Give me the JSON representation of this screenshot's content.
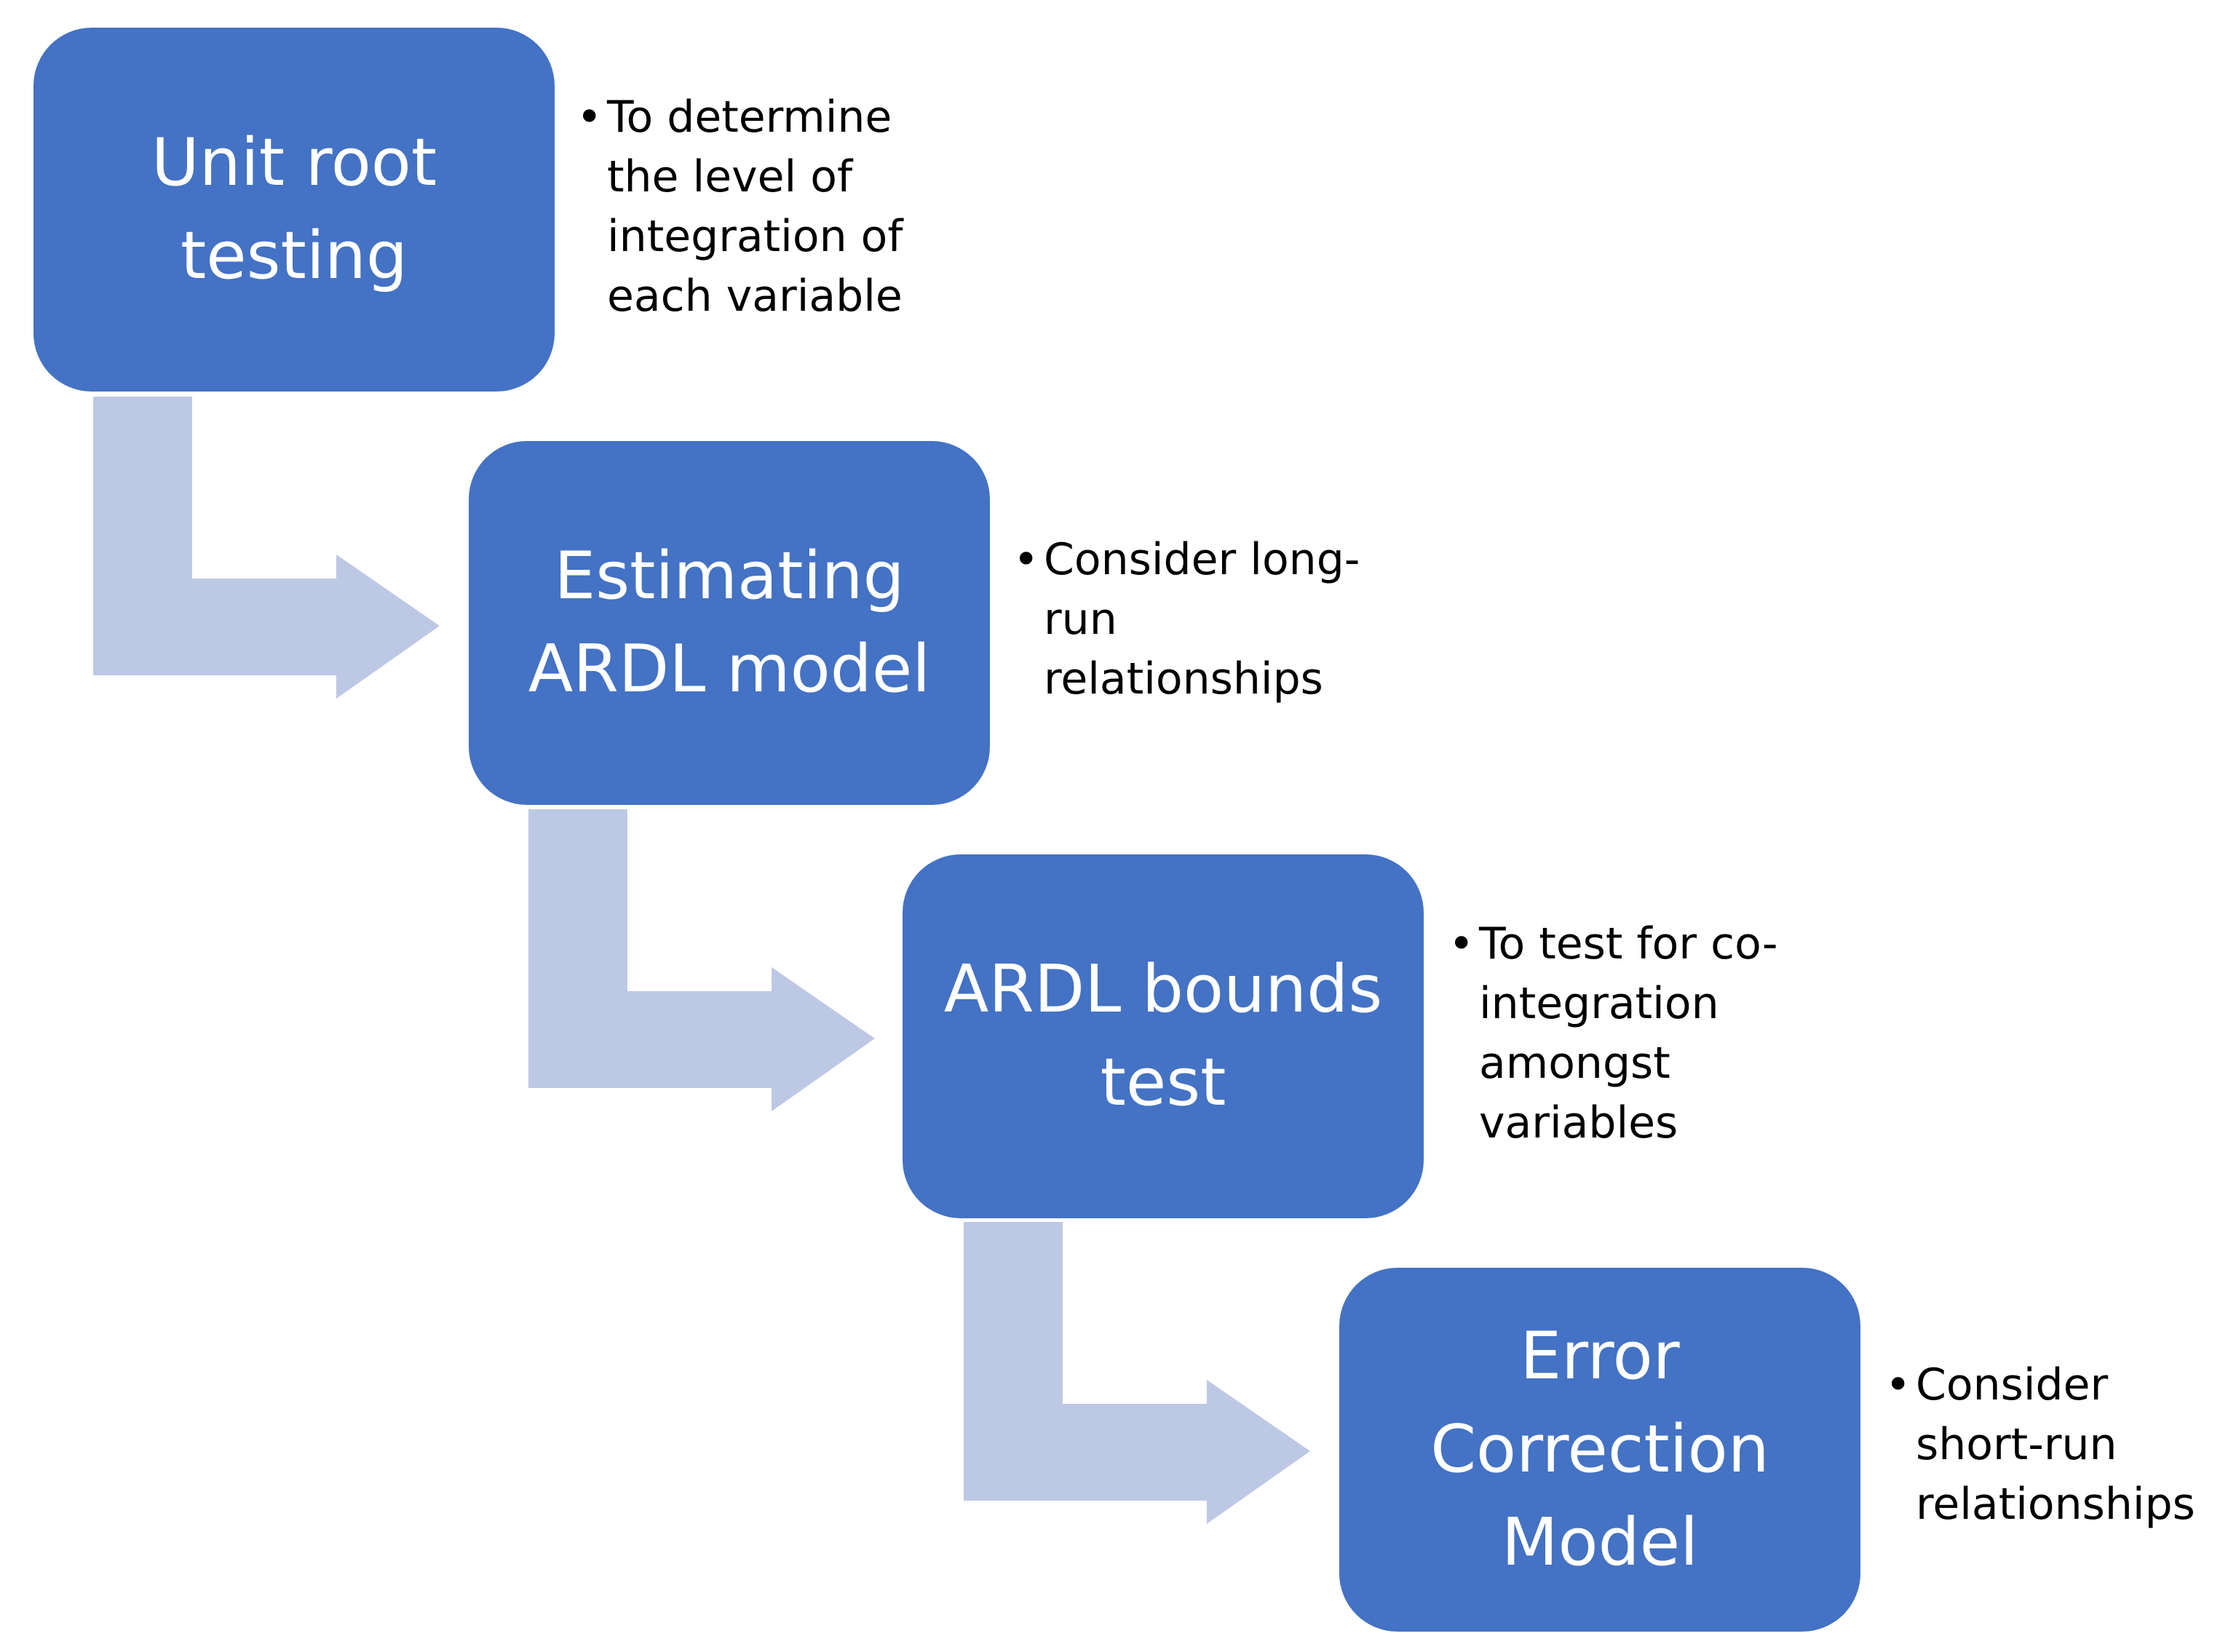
{
  "colors": {
    "box_fill": "#4472C4",
    "arrow_fill": "#BDC8E4",
    "label_text": "#FFFFFF",
    "note_text": "#000000"
  },
  "bullet_symbol": "•",
  "steps": [
    {
      "label": "Unit root testing",
      "note": "To determine the level of integration of each variable"
    },
    {
      "label": "Estimating ARDL model",
      "note": "Consider long-run relationships"
    },
    {
      "label": "ARDL bounds test",
      "note": "To test for co-integration amongst variables"
    },
    {
      "label": "Error Correction Model",
      "note": "Consider short-run relationships"
    }
  ]
}
